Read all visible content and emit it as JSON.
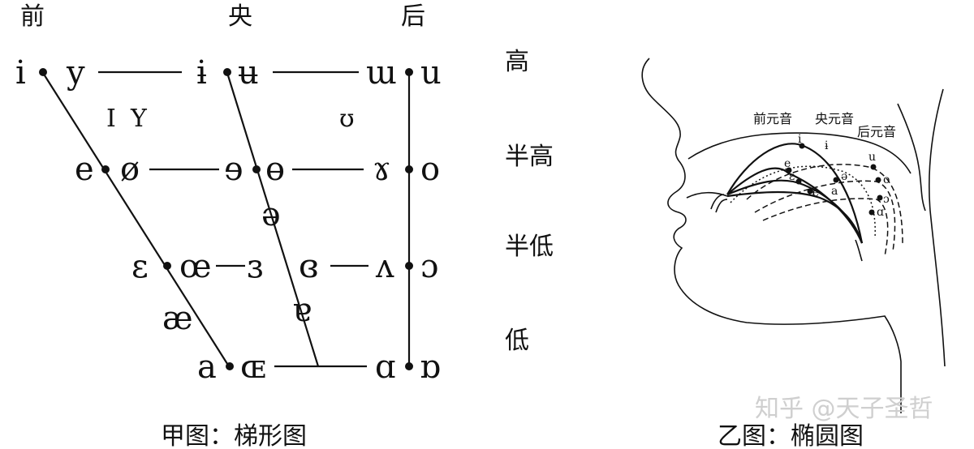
{
  "trapezoid": {
    "columns": {
      "front": "前",
      "central": "央",
      "back": "后"
    },
    "heights": {
      "high": "高",
      "half_high": "半高",
      "half_low": "半低",
      "low": "低"
    },
    "vowels": {
      "i": "i",
      "y": "y",
      "barred_i": "ɨ",
      "barred_u": "ʉ",
      "turned_m": "ɯ",
      "u": "u",
      "small_cap_i": "I",
      "small_cap_y": "Y",
      "upsilon": "ʊ",
      "e": "e",
      "o_slash": "ø",
      "reversed_e": "ɘ",
      "barred_o": "ɵ",
      "rams_horn": "ɤ",
      "o": "o",
      "schwa": "ə",
      "open_e": "ɛ",
      "oe": "œ",
      "reversed_open_e": "ɜ",
      "closed_reversed_open_e": "ɞ",
      "turned_v": "ʌ",
      "open_o": "ɔ",
      "ash": "æ",
      "turned_a": "ɐ",
      "a": "a",
      "small_cap_oe": "ɶ",
      "script_a": "ɑ",
      "turned_script_a": "ɒ"
    },
    "caption": "甲图：梯形图"
  },
  "ellipse": {
    "labels": {
      "front": "前元音",
      "central": "央元音",
      "back": "后元音"
    },
    "points": {
      "i": "i",
      "barred_i": "ɨ",
      "u": "u",
      "epsilon": "ɛ",
      "schwa": "ə",
      "o": "o",
      "a": "a",
      "ash": "æ",
      "open_o": "ɔ",
      "script_a": "ɑ",
      "e": "e"
    },
    "caption": "乙图：椭圆图"
  },
  "watermark": "知乎 @天子圣哲"
}
